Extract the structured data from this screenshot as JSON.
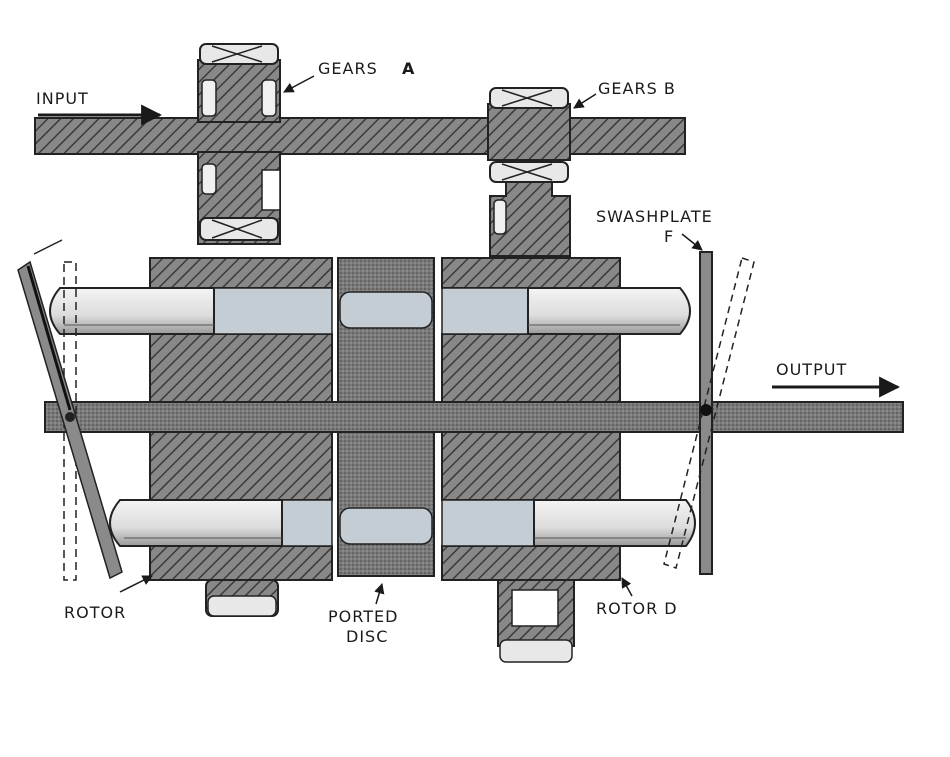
{
  "labels": {
    "input": "INPUT",
    "gears_a_text": "GEARS",
    "gears_a_letter": "A",
    "gears_b": "GEARS  B",
    "swashplate": "SWASHPLATE",
    "swashplate_f": "F",
    "output": "OUTPUT",
    "rotor_left": "ROTOR",
    "ported_line1": "PORTED",
    "ported_line2": "DISC",
    "rotor_d": "ROTOR  D"
  }
}
